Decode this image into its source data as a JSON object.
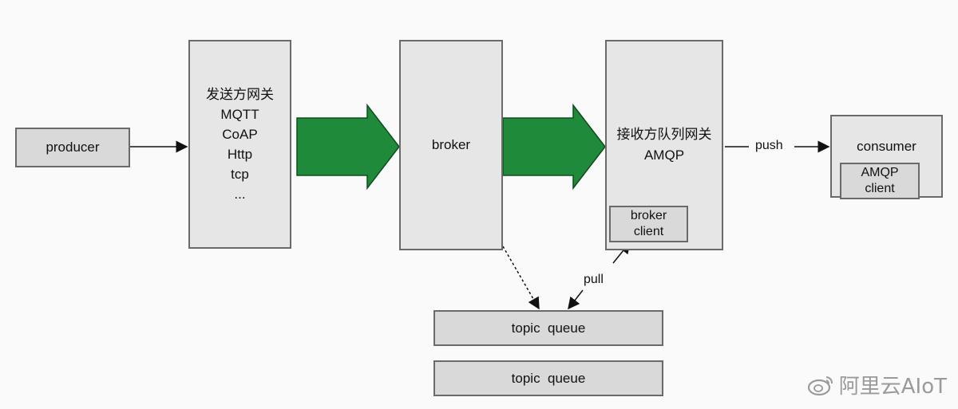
{
  "producer": {
    "label": "producer"
  },
  "sender_gateway": {
    "title": "发送方网关",
    "protocols": [
      "MQTT",
      "CoAP",
      "Http",
      "tcp",
      "..."
    ]
  },
  "broker": {
    "label": "broker"
  },
  "receiver_gateway": {
    "title": "接收方队列网关",
    "protocol": "AMQP",
    "broker_client": {
      "line1": "broker",
      "line2": "client"
    }
  },
  "consumer": {
    "label": "consumer",
    "client": {
      "line1": "AMQP",
      "line2": "client"
    }
  },
  "edges": {
    "push": "push",
    "pull": "pull"
  },
  "queues": [
    "topic  queue",
    "topic  queue"
  ],
  "watermark": {
    "text": "阿里云AIoT"
  },
  "colors": {
    "arrow_green": "#1f8a3a",
    "box_fill": "#d9d9d9",
    "box_border": "#6a6a6a"
  }
}
